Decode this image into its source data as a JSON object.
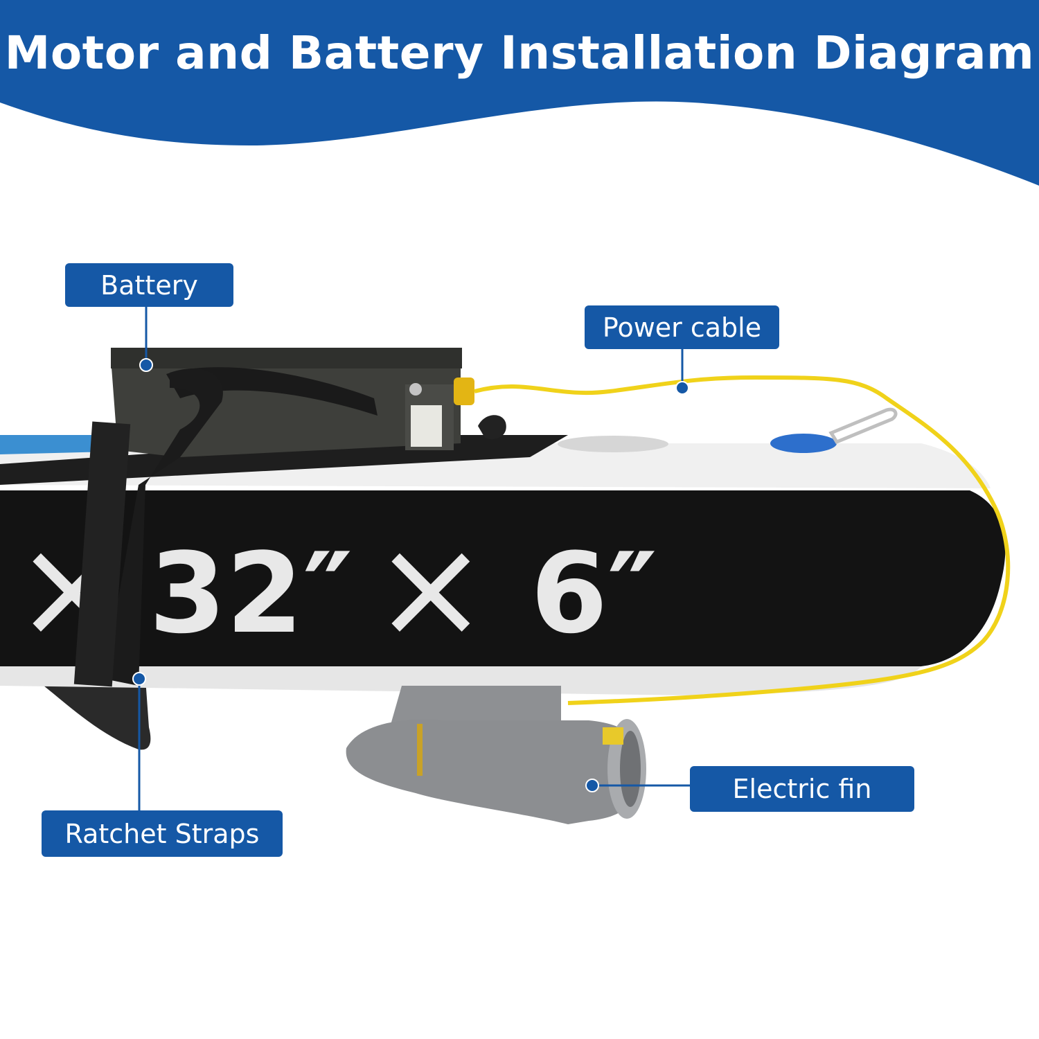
{
  "title": "Motor and Battery Installation Diagram",
  "colors": {
    "banner": "#1558a6",
    "label_background": "#1558a6",
    "label_text": "#ffffff",
    "power_cable": "#f0d21a",
    "board_black": "#141414",
    "board_white": "#ededed",
    "motor_gray": "#8c8e91"
  },
  "board_text": {
    "width_mark": "32″",
    "thickness_mark": "6″",
    "separator": "×"
  },
  "callouts": {
    "battery": "Battery",
    "power_cable": "Power cable",
    "electric_fin": "Electric fin",
    "ratchet_straps": "Ratchet Straps"
  }
}
